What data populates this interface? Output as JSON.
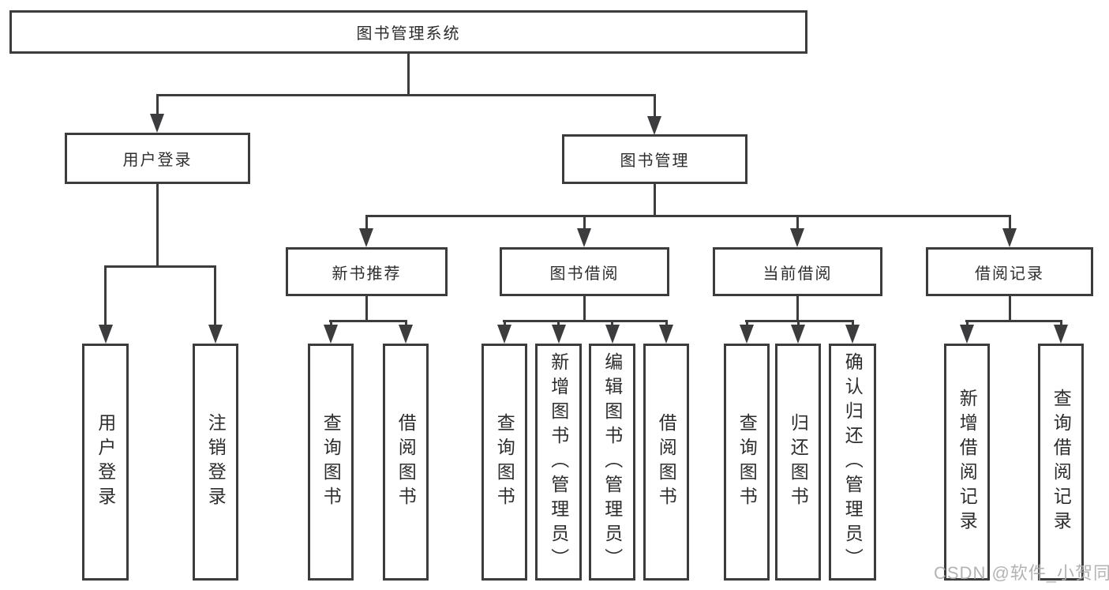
{
  "diagram": {
    "root": "图书管理系统",
    "branches": [
      {
        "label": "用户登录",
        "children": [
          "用户登录",
          "注销登录"
        ]
      },
      {
        "label": "图书管理",
        "groups": [
          {
            "label": "新书推荐",
            "children": [
              "查询图书",
              "借阅图书"
            ]
          },
          {
            "label": "图书借阅",
            "children": [
              "查询图书",
              "新增图书（管理员）",
              "编辑图书（管理员）",
              "借阅图书"
            ]
          },
          {
            "label": "当前借阅",
            "children": [
              "查询图书",
              "归还图书",
              "确认归还（管理员）"
            ]
          },
          {
            "label": "借阅记录",
            "children": [
              "新增借阅记录",
              "查询借阅记录"
            ]
          }
        ]
      }
    ]
  },
  "watermark": "CSDN @软件_小贺同学",
  "colors": {
    "line": "#3c3c3e",
    "text": "#2d2d2d",
    "watermark": "#ababab"
  }
}
